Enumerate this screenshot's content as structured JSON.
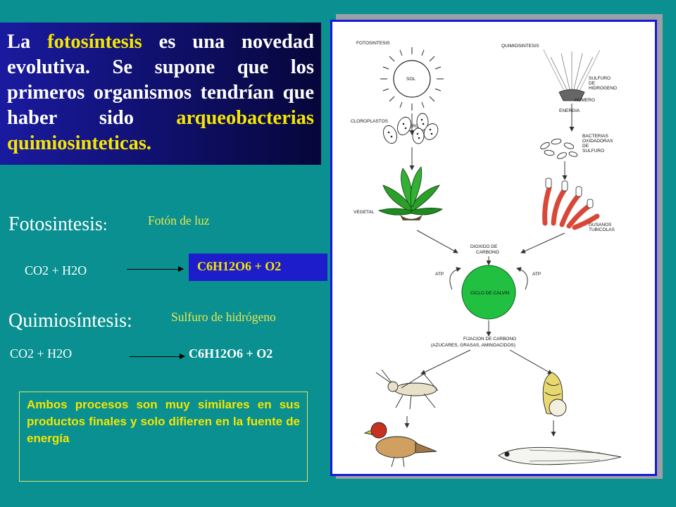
{
  "intro": {
    "t1": "La ",
    "t2": "fotosíntesis",
    "t3": " es una novedad evolutiva. Se supone que los primeros organismos tendrían que haber sido ",
    "t4": "arqueobacterias quimiosinteticas."
  },
  "photo": {
    "heading": "Fotosintesis",
    "colon": ":",
    "energy": "Fotón de luz",
    "reactants": "CO2 + H2O",
    "products": "C6H12O6 + O2"
  },
  "chemo": {
    "heading": "Quimiosíntesis:",
    "energy": "Sulfuro de hidrógeno",
    "reactants": "CO2 + H2O",
    "products": "C6H12O6 + O2"
  },
  "note": "Ambos procesos son muy similares en sus productos finales y solo difieren en la fuente de energía",
  "figure": {
    "fotosintesis": "FOTOSINTESIS",
    "quimiosintesis": "QUIMIOSINTESIS",
    "sol": "SOL",
    "sulfuro1": "SULFURO",
    "sulfuro2": "DE",
    "sulfuro3": "HIDROGENO",
    "humero": "HUMERO",
    "energia1": "ENERGIA",
    "energia2": "ENERGIA",
    "cloroplastos": "CLOROPLASTOS",
    "bact1": "BACTERIAS",
    "bact2": "OXIDADORAS",
    "bact3": "DE",
    "bact4": "SULFURO",
    "vegetal": "VEGETAL",
    "gusanos1": "GUSANOS",
    "gusanos2": "TUBICOLAS",
    "dioxido1": "DIOXIDO DE",
    "dioxido2": "CARBONO",
    "atp1": "ATP",
    "atp2": "ATP",
    "calvin": "CICLO DE CALVIN",
    "fijacion1": "FIJACION DE CARBONO",
    "fijacion2": "(AZUCARES, GRASAS, AMINOACIDOS)"
  },
  "colors": {
    "background": "#0a9090",
    "accent": "#f4e600",
    "box": "#1d1dcc",
    "circle": "#22c040"
  }
}
